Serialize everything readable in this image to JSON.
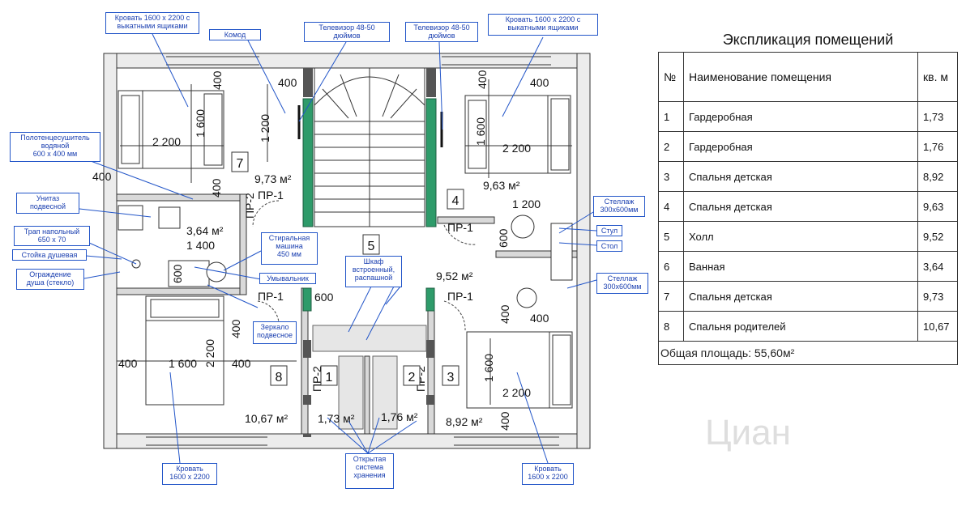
{
  "explication": {
    "title": "Экспликация помещений",
    "headers": [
      "№",
      "Наименование помещения",
      "кв. м"
    ],
    "rows": [
      {
        "n": "1",
        "name": "Гардеробная",
        "area": "1,73"
      },
      {
        "n": "2",
        "name": "Гардеробная",
        "area": "1,76"
      },
      {
        "n": "3",
        "name": "Спальня детская",
        "area": "8,92"
      },
      {
        "n": "4",
        "name": "Спальня детская",
        "area": "9,63"
      },
      {
        "n": "5",
        "name": "Холл",
        "area": "9,52"
      },
      {
        "n": "6",
        "name": "Ванная",
        "area": "3,64"
      },
      {
        "n": "7",
        "name": "Спальня детская",
        "area": "9,73"
      },
      {
        "n": "8",
        "name": "Спальня родителей",
        "area": "10,67"
      }
    ],
    "total": "Общая площадь: 55,60м²"
  },
  "rooms": {
    "r1": {
      "num": "1",
      "area": "1,73 м²"
    },
    "r2": {
      "num": "2",
      "area": "1,76 м²"
    },
    "r3": {
      "num": "3",
      "area": "8,92 м²"
    },
    "r4": {
      "num": "4",
      "area": "9,63 м²"
    },
    "r5": {
      "num": "5",
      "area": "9,52 м²"
    },
    "r6": {
      "num": "",
      "area": "3,64 м²"
    },
    "r7": {
      "num": "7",
      "area": "9,73 м²"
    },
    "r8": {
      "num": "8",
      "area": "10,67 м²"
    }
  },
  "openings": {
    "pr1": "ПР-1",
    "pr2": "ПР-2"
  },
  "dimensions": {
    "d400": "400",
    "d1600": "1 600",
    "d2200": "2 200",
    "d1200": "1 200",
    "d1400": "1 400",
    "d600": "600"
  },
  "annotations": {
    "bed_top_left": "Кровать 1600 х 2200 с\nвыкатными ящиками",
    "dresser": "Комод",
    "tv_left": "Телевизор 48-50\nдюймов",
    "tv_right": "Телевизор 48-50\nдюймов",
    "bed_top_right": "Кровать 1600 х 2200 с\nвыкатными ящиками",
    "towel_dryer": "Полотенцесушитель\nводяной\n600 х 400 мм",
    "toilet": "Унитаз\nподвесной",
    "drain": "Трап напольный\n650 х 70",
    "shower_rack": "Стойка душевая",
    "shower_glass": "Ограждение\nдуша (стекло)",
    "washer": "Стиральная\nмашина\n450 мм",
    "wardrobe": "Шкаф\nвстроенный,\nраспашной",
    "washbasin": "Умывальник",
    "mirror": "Зеркало\nподвесное",
    "shelf_top": "Стеллаж\n300х600мм",
    "chair": "Стул",
    "table": "Стол",
    "shelf_bottom": "Стеллаж\n300х600мм",
    "bed_bottom_left": "Кровать\n1600 х 2200",
    "open_storage": "Открытая\nсистема\nхранения",
    "bed_bottom_right": "Кровать\n1600 х 2200"
  },
  "watermark": "Циан",
  "colors": {
    "annotation": "#1a3fb0",
    "wall_accent": "#2e9b6a",
    "wall": "#555555"
  }
}
